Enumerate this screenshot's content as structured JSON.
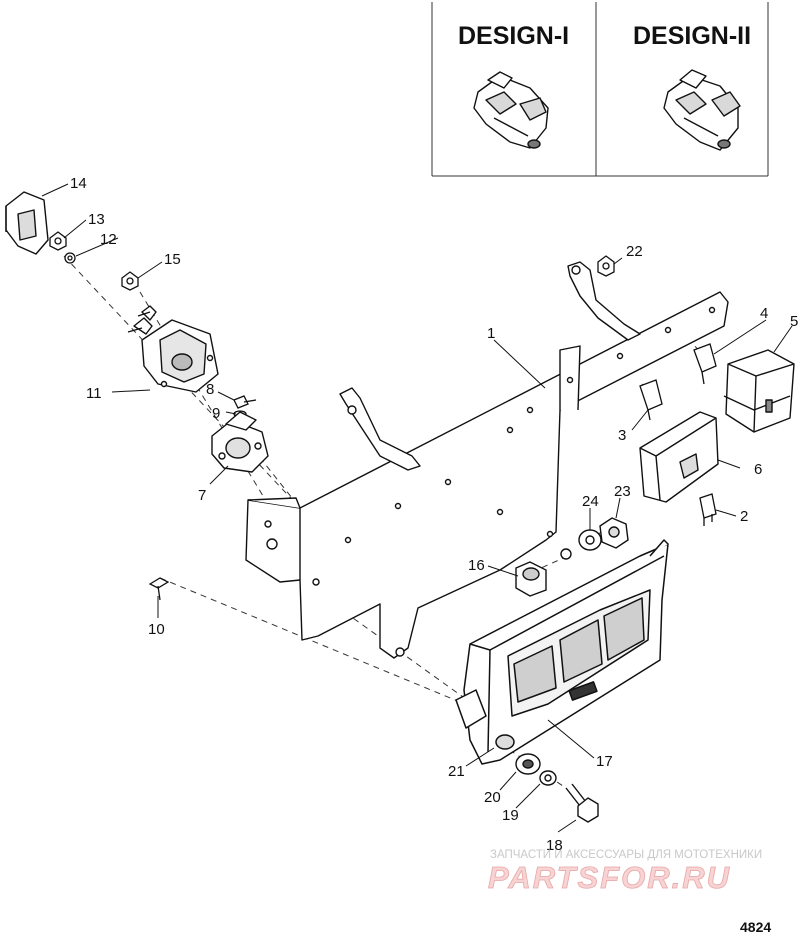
{
  "design_labels": [
    "DESIGN-I",
    "DESIGN-II"
  ],
  "callouts": [
    {
      "id": "1",
      "part": "bracket"
    },
    {
      "id": "2",
      "part": "fuse"
    },
    {
      "id": "3",
      "part": "fuse-clip"
    },
    {
      "id": "4",
      "part": "relay-clip"
    },
    {
      "id": "5",
      "part": "relay"
    },
    {
      "id": "6",
      "part": "fuse-cover"
    },
    {
      "id": "7",
      "part": "sensor"
    },
    {
      "id": "8",
      "part": "screw"
    },
    {
      "id": "9",
      "part": "washer"
    },
    {
      "id": "10",
      "part": "screw"
    },
    {
      "id": "11",
      "part": "solenoid"
    },
    {
      "id": "12",
      "part": "washer"
    },
    {
      "id": "13",
      "part": "nut"
    },
    {
      "id": "14",
      "part": "boot"
    },
    {
      "id": "15",
      "part": "nut"
    },
    {
      "id": "16",
      "part": "grommet"
    },
    {
      "id": "17",
      "part": "ecm"
    },
    {
      "id": "18",
      "part": "bolt"
    },
    {
      "id": "19",
      "part": "washer"
    },
    {
      "id": "20",
      "part": "grommet"
    },
    {
      "id": "21",
      "part": "spacer"
    },
    {
      "id": "22",
      "part": "nut"
    },
    {
      "id": "23",
      "part": "nut"
    },
    {
      "id": "24",
      "part": "washer"
    }
  ],
  "watermark": {
    "caption": "ЗАПЧАСТИ И АКСЕССУАРЫ ДЛЯ МОТОТЕХНИКИ",
    "brand": "PARTSFOR.RU"
  },
  "figure_number": "4824"
}
